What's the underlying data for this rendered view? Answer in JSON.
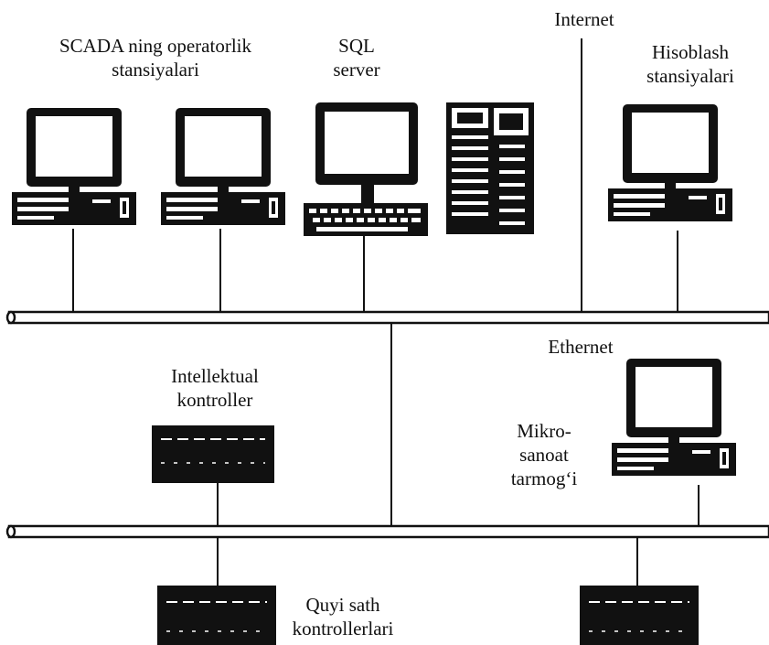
{
  "labels": {
    "scada_line1": "SCADA ning operatorlik",
    "scada_line2": "stansiyalari",
    "sql_line1": "SQL",
    "sql_line2": "server",
    "internet": "Internet",
    "hisob_line1": "Hisoblash",
    "hisob_line2": "stansiyalari",
    "ethernet": "Ethernet",
    "intel_line1": "Intellektual",
    "intel_line2": "kontroller",
    "mikro_line1": "Mikro-",
    "mikro_line2": "sanoat",
    "mikro_line3": "tarmog‘i",
    "quyi_line1": "Quyi sath",
    "quyi_line2": "kontrollerlari"
  },
  "colors": {
    "line": "#111111",
    "device": "#111111",
    "screen": "#ffffff",
    "background": "#ffffff"
  }
}
